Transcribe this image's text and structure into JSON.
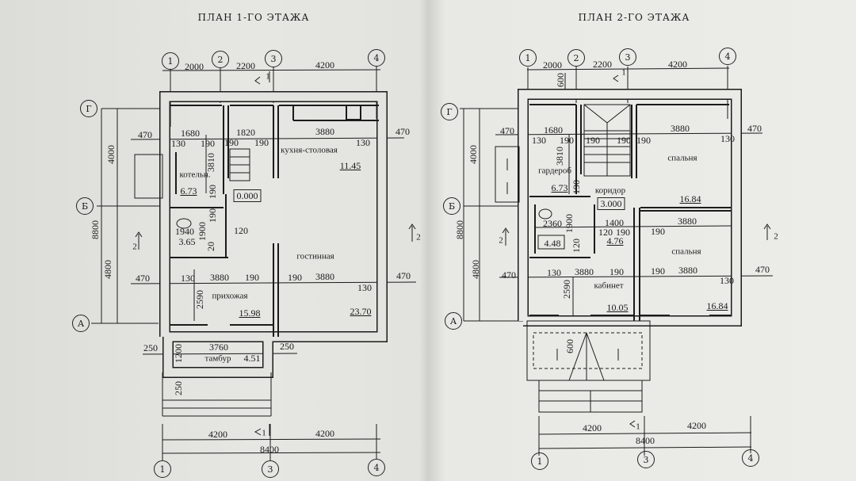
{
  "left_plan": {
    "title": "ПЛАН 1-ГО ЭТАЖА",
    "axes_top": [
      "1",
      "2",
      "3",
      "4"
    ],
    "axes_bottom": [
      "1",
      "3",
      "4"
    ],
    "axes_rows": [
      "Г",
      "Б",
      "А"
    ],
    "dims_top": [
      "2000",
      "2200",
      "4200"
    ],
    "dims_left": [
      "4000",
      "8800",
      "4800"
    ],
    "dims_bottom": [
      "4200",
      "4200",
      "8400"
    ],
    "section_marks": [
      "1",
      "1",
      "2",
      "2"
    ],
    "row1_dims": [
      "470",
      "1680",
      "1820",
      "3880",
      "470"
    ],
    "row1_walls": [
      "130",
      "190",
      "190",
      "190",
      "130"
    ],
    "row2_dims": [
      "470",
      "130",
      "3880",
      "190",
      "190",
      "3880",
      "470",
      "130"
    ],
    "misc_dims": [
      "3810",
      "190",
      "190",
      "1940",
      "1900",
      "120",
      "20",
      "2590",
      "250",
      "3760",
      "250",
      "1200",
      "250"
    ],
    "rooms": {
      "boiler": "котельн.",
      "boiler_area": "6.73",
      "level": "0.000",
      "kitchen": "кухня-столовая",
      "kitchen_area": "11.45",
      "bath_area": "3.65",
      "living": "гостинная",
      "living_area": "23.70",
      "hall": "прихожая",
      "hall_area": "15.98",
      "vestibule": "тамбур",
      "vestibule_area": "4.51"
    }
  },
  "right_plan": {
    "title": "ПЛАН 2-ГО ЭТАЖА",
    "axes_top": [
      "1",
      "2",
      "3",
      "4"
    ],
    "axes_bottom": [
      "1",
      "3",
      "4"
    ],
    "axes_rows": [
      "Г",
      "Б",
      "А"
    ],
    "dims_top": [
      "2000",
      "2200",
      "4200",
      "600"
    ],
    "dims_left": [
      "4000",
      "8800",
      "4800"
    ],
    "dims_bottom": [
      "4200",
      "4200",
      "8400",
      "600"
    ],
    "section_marks": [
      "1",
      "1",
      "2",
      "2"
    ],
    "row1_dims": [
      "470",
      "1680",
      "3880",
      "470"
    ],
    "row1_walls": [
      "130",
      "190",
      "190",
      "190",
      "190",
      "130"
    ],
    "mid_dims": [
      "3810",
      "190",
      "2360",
      "1400",
      "3880",
      "120",
      "190",
      "190",
      "1900",
      "120"
    ],
    "row2_dims": [
      "470",
      "130",
      "3880",
      "190",
      "190",
      "3880",
      "470",
      "130",
      "2590"
    ],
    "rooms": {
      "wardrobe": "гардероб",
      "wardrobe_area": "6.73",
      "corridor": "коридор",
      "level": "3.000",
      "bedroom1": "спальня",
      "bedroom1_area": "16.84",
      "bath_area": "4.48",
      "corridor_area": "4.76",
      "bedroom2": "спальня",
      "bedroom2_area": "16.84",
      "study": "кабинет",
      "study_area": "10.05"
    }
  }
}
